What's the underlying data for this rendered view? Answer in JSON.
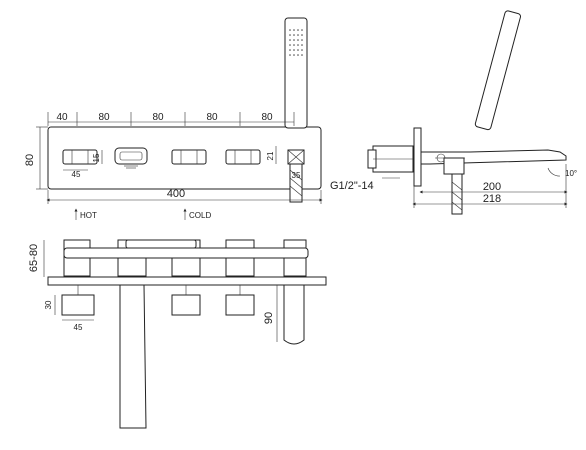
{
  "front_view": {
    "segments": [
      "40",
      "80",
      "80",
      "80",
      "80"
    ],
    "height": "80",
    "total_width": "400",
    "handle_width": "45",
    "handle_height": "15",
    "handshower_offset": "21",
    "handshower_base": "35"
  },
  "labels": {
    "hot": "HOT",
    "cold": "COLD"
  },
  "side_view": {
    "thread": "G1/2\"-14",
    "projection_200": "200",
    "projection_218": "218",
    "angle": "10°"
  },
  "bottom_view": {
    "depth_range": "65-80",
    "handle_30": "30",
    "handle_45": "45",
    "shower_90": "90"
  }
}
